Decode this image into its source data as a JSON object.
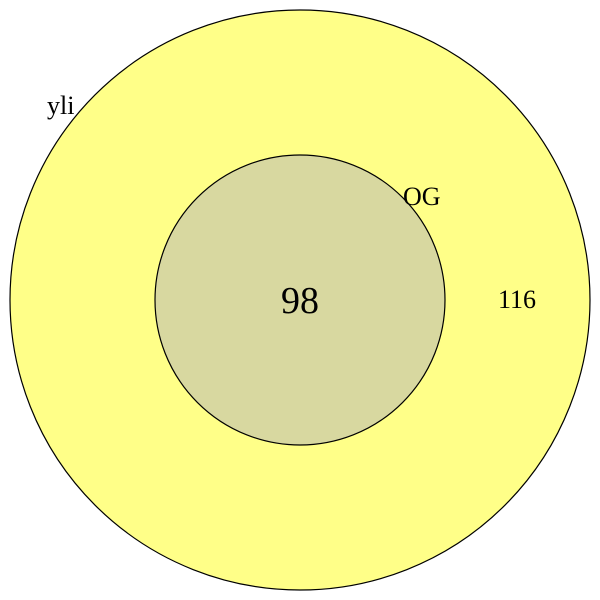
{
  "diagram": {
    "type": "venn",
    "sets": [
      {
        "name": "yli",
        "fill": "#ffff88"
      },
      {
        "name": "OG",
        "fill": "#d8d8a0"
      }
    ],
    "regions": {
      "yli_only": "116",
      "intersection": "98"
    },
    "stroke": "#000000"
  }
}
